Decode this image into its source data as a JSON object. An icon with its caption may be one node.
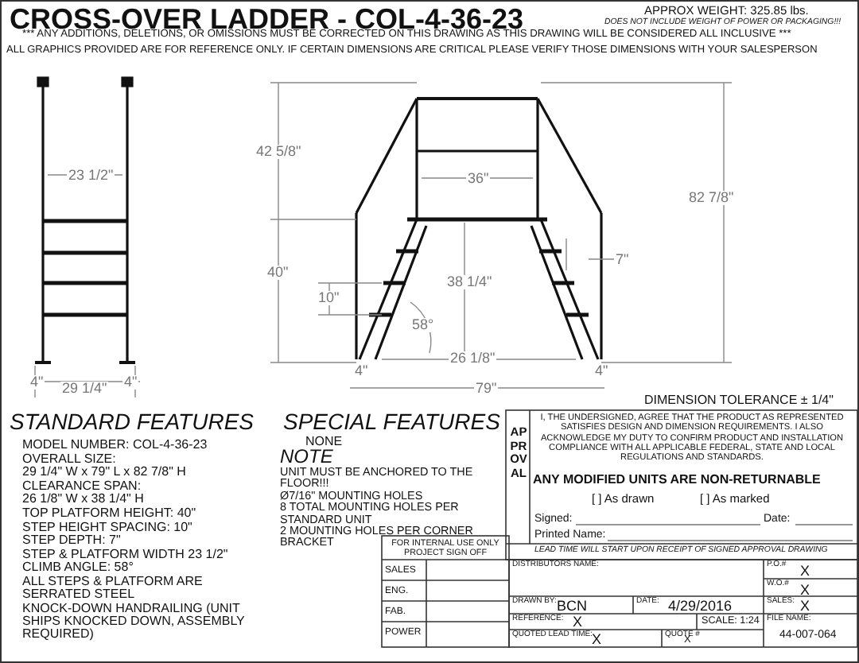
{
  "diagram": {
    "title": "CROSS-OVER LADDER - COL-4-36-23",
    "labels": [
      "APPROX WEIGHT: 325.85 lbs.",
      "DOES NOT INCLUDE WEIGHT OF POWER OR PACKAGING!!!",
      "*** ANY ADDITIONS, DELETIONS, OR OMISSIONS MUST BE CORRECTED ON THIS DRAWING AS THIS DRAWING WILL BE CONSIDERED ALL INCLUSIVE ***",
      "ALL GRAPHICS PROVIDED ARE FOR REFERENCE ONLY. IF CERTAIN DIMENSIONS ARE CRITICAL PLEASE VERIFY THOSE DIMENSIONS WITH YOUR SALESPERSON",
      "23 1/2\"",
      "4\"",
      "4\"",
      "29 1/4\"",
      "42 5/8\"",
      "40\"",
      "10\"",
      "58°",
      "4\"",
      "36\"",
      "38 1/4\"",
      "26 1/8\"",
      "79\"",
      "7\"",
      "4\"",
      "82 7/8\"",
      "DIMENSION TOLERANCE ± 1/4\"",
      "STANDARD FEATURES",
      "MODEL NUMBER: COL-4-36-23",
      "OVERALL SIZE:",
      "29 1/4\" W x 79\" L x 82 7/8\" H",
      "CLEARANCE SPAN:",
      "26 1/8\" W x 38 1/4\" H",
      "TOP PLATFORM HEIGHT: 40\"",
      "STEP HEIGHT SPACING: 10\"",
      "STEP DEPTH: 7\"",
      "STEP & PLATFORM WIDTH 23 1/2\"",
      "CLIMB ANGLE: 58°",
      "ALL STEPS & PLATFORM ARE SERRATED STEEL",
      "KNOCK-DOWN HANDRAILING (UNIT SHIPS KNOCKED DOWN, ASSEMBLY REQUIRED)",
      "SPECIAL FEATURES",
      "NONE",
      "NOTE",
      "UNIT MUST BE ANCHORED TO THE FLOOR!!!",
      "Ø7/16\" MOUNTING HOLES",
      "8 TOTAL MOUNTING HOLES PER STANDARD UNIT",
      "2 MOUNTING HOLES PER CORNER BRACKET",
      "APPROVAL",
      "I, THE UNDERSIGNED, AGREE THAT THE PRODUCT AS REPRESENTED SATISFIES DESIGN AND DIMENSION REQUIREMENTS. I ALSO ACKNOWLEDGE MY DUTY TO CONFIRM PRODUCT AND INSTALLATION COMPLIANCE WITH ALL APPLICABLE FEDERAL, STATE AND LOCAL REGULATIONS AND STANDARDS.",
      "ANY MODIFIED UNITS ARE NON-RETURNABLE",
      "[ ] As drawn",
      "[ ] As marked",
      "Signed:",
      "Date:",
      "Printed Name:",
      "LEAD TIME WILL START UPON RECEIPT OF SIGNED APPROVAL DRAWING",
      "FOR INTERNAL USE ONLY PROJECT SIGN OFF",
      "SALES",
      "ENG.",
      "FAB.",
      "POWER",
      "DISTRIBUTORS NAME:",
      "P.O.#",
      "X",
      "W.O.#",
      "X",
      "DRAWN BY:",
      "BCN",
      "DATE:",
      "4/29/2016",
      "SALES:",
      "X",
      "REFERENCE:",
      "X",
      "SCALE: 1:24",
      "FILE NAME:",
      "QUOTED LEAD TIME:",
      "X",
      "QUOTE #",
      "X",
      "44-007-064"
    ]
  }
}
